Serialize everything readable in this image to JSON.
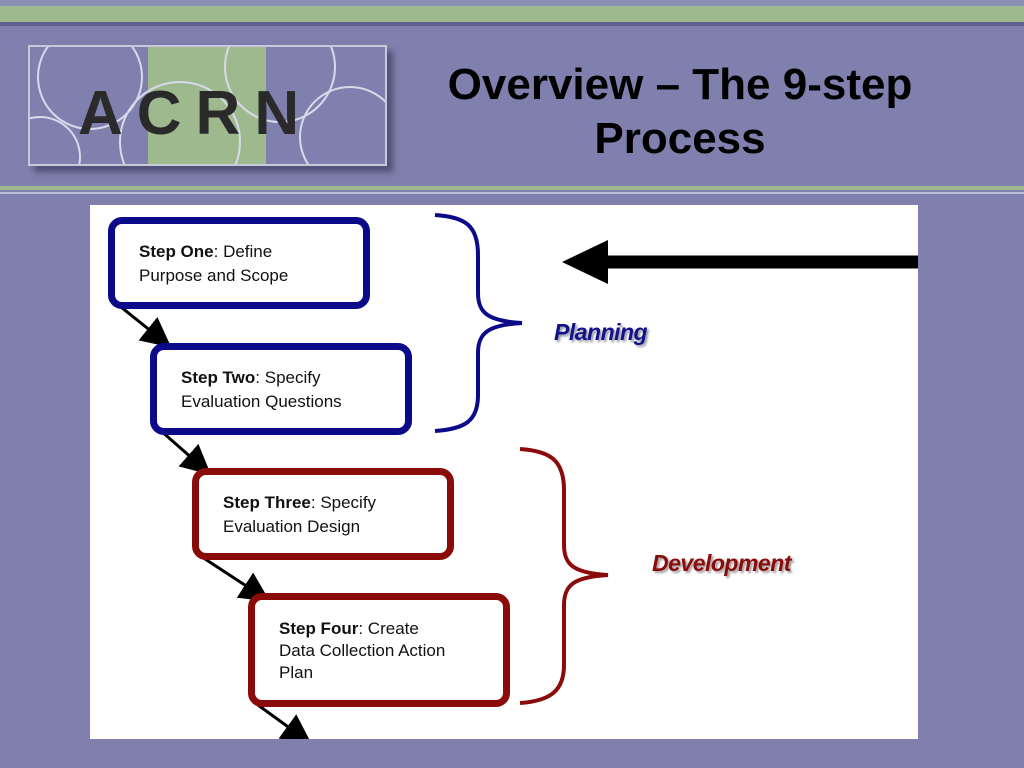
{
  "slide": {
    "title": "Overview – The 9-step Process"
  },
  "logo": {
    "text": "ACRN"
  },
  "steps": [
    {
      "name": "Step One",
      "desc_line1": "Define",
      "desc_line2": "Purpose and Scope",
      "desc_line3": ""
    },
    {
      "name": "Step Two",
      "desc_line1": "Specify",
      "desc_line2": "Evaluation Questions",
      "desc_line3": ""
    },
    {
      "name": "Step Three",
      "desc_line1": "Specify",
      "desc_line2": "Evaluation Design",
      "desc_line3": ""
    },
    {
      "name": "Step Four",
      "desc_line1": "Create",
      "desc_line2": "Data Collection Action",
      "desc_line3": "Plan"
    }
  ],
  "phases": {
    "planning": "Planning",
    "development": "Development"
  },
  "colors": {
    "background": "#7f80ad",
    "accent_green": "#9fb98e",
    "planning_blue": "#0a0a8a",
    "development_red": "#8b0b0b"
  }
}
